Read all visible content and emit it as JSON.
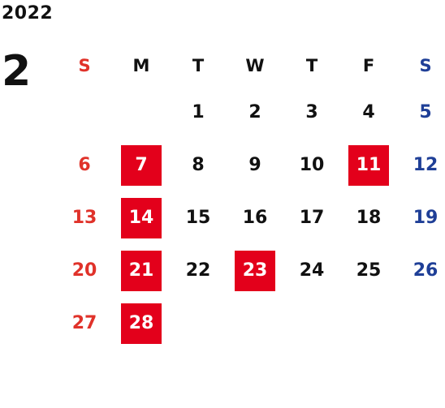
{
  "year": "2022",
  "month": "2",
  "weekdays": [
    "S",
    "M",
    "T",
    "W",
    "T",
    "F",
    "S"
  ],
  "weeks": [
    [
      "",
      "",
      "1",
      "2",
      "3",
      "4",
      "5"
    ],
    [
      "6",
      "7",
      "8",
      "9",
      "10",
      "11",
      "12"
    ],
    [
      "13",
      "14",
      "15",
      "16",
      "17",
      "18",
      "19"
    ],
    [
      "20",
      "21",
      "22",
      "23",
      "24",
      "25",
      "26"
    ],
    [
      "27",
      "28",
      "",
      "",
      "",
      "",
      ""
    ]
  ],
  "highlighted_days": [
    "7",
    "11",
    "14",
    "21",
    "23",
    "28"
  ],
  "colors": {
    "sunday": "#e0322a",
    "saturday": "#1f3f97",
    "highlight": "#e3001b",
    "text": "#111111"
  }
}
